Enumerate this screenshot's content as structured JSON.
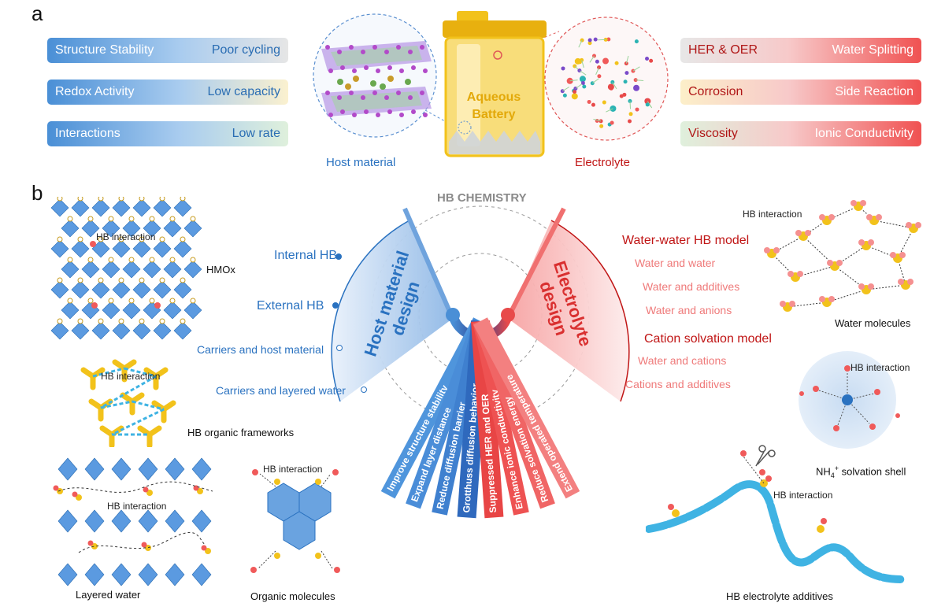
{
  "panel_a": {
    "letter": "a",
    "left_bars": [
      {
        "left": "Structure Stability",
        "right": "Poor cycling"
      },
      {
        "left": "Redox Activity",
        "right": "Low capacity"
      },
      {
        "left": "Interactions",
        "right": "Low rate"
      }
    ],
    "right_bars": [
      {
        "left": "HER & OER",
        "right": "Water Splitting"
      },
      {
        "left": "Corrosion",
        "right": "Side Reaction"
      },
      {
        "left": "Viscosity",
        "right": "Ionic Conductivity"
      }
    ],
    "battery_line1": "Aqueous",
    "battery_line2": "Battery",
    "host_caption": "Host material",
    "electrolyte_caption": "Electrolyte"
  },
  "panel_b": {
    "letter": "b",
    "center_title": "HB CHEMISTRY",
    "host_arc_line1": "Host material",
    "host_arc_line2": "design",
    "electrolyte_arc_line1": "Electrolyte",
    "electrolyte_arc_line2": "design",
    "host_items": [
      {
        "text": "Internal HB",
        "style": "major"
      },
      {
        "text": "External HB",
        "style": "major"
      },
      {
        "text": "Carriers and host material",
        "style": "minor"
      },
      {
        "text": "Carriers and layered water",
        "style": "minor"
      }
    ],
    "electrolyte_items": [
      {
        "text": "Water-water HB model",
        "style": "major"
      },
      {
        "text": "Water and water",
        "style": "minor"
      },
      {
        "text": "Water and additives",
        "style": "minor"
      },
      {
        "text": "Water and anions",
        "style": "minor"
      },
      {
        "text": "Cation solvation model",
        "style": "major"
      },
      {
        "text": "Water and cations",
        "style": "minor"
      },
      {
        "text": "Cations and additives",
        "style": "minor"
      }
    ],
    "rays": [
      "Improve structure stability",
      "Expand layer distance",
      "Reduce diffusion barrier",
      "Grotthuss diffusion behavior",
      "Suppressed HER and OER",
      "Enhance ionic conductivity",
      "Reduce solvation energy",
      "Extend operated temperature"
    ],
    "labels": {
      "hb_interaction": "HB interaction",
      "hmox": "HMOx",
      "hb_organic_frameworks": "HB organic frameworks",
      "layered_water": "Layered water",
      "organic_molecules": "Organic molecules",
      "water_molecules": "Water molecules",
      "nh4_prefix": "NH",
      "nh4_sub": "4",
      "nh4_sup": "+",
      "nh4_suffix": " solvation shell",
      "hb_electrolyte_additives": "HB electrolyte additives"
    }
  },
  "colors": {
    "blue": "#2a72c0",
    "red": "#c01515",
    "pink": "#ef7a7a",
    "gold": "#f2c21b"
  }
}
